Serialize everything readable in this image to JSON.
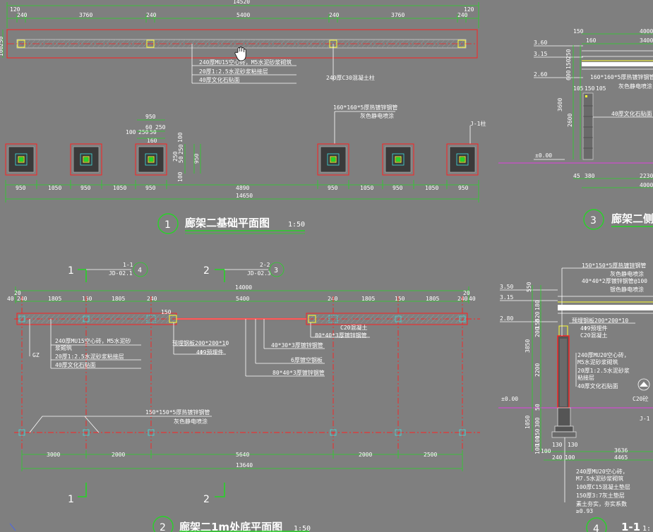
{
  "plan1": {
    "overall_top": "14520",
    "top_dims": [
      "120",
      "240",
      "3760",
      "240",
      "5400",
      "240",
      "3760",
      "240",
      "120"
    ],
    "left_dims": [
      "100",
      "250"
    ],
    "callouts": {
      "wall": "240厚MU15空心砖，M5水泥砂浆砌筑",
      "plaster": "20厚1:2.5水泥砂浆粘接层",
      "stone": "40厚文化石贴面",
      "column": "240厚C30混凝土柱",
      "steel_pipe": "160*160*5厚热镀锌钢管",
      "paint": "灰色静电喷涂",
      "column_tag": "J-1柱"
    },
    "detail_dims": [
      "950",
      "60",
      "250",
      "100",
      "250",
      "50",
      "160",
      "100",
      "250",
      "50",
      "250",
      "100",
      "950"
    ],
    "bottom_dims": [
      "950",
      "1050",
      "950",
      "1050",
      "950",
      "4890",
      "950",
      "1050",
      "950",
      "1050",
      "950"
    ],
    "overall_bottom": "14650",
    "title_num": "1",
    "title": "廊架二基础平面图",
    "scale": "1:50"
  },
  "plan2": {
    "section_marks": [
      {
        "num": "1",
        "ref": "1-1",
        "sheet": "JD-02.1",
        "circle": "4"
      },
      {
        "num": "2",
        "ref": "2-2",
        "sheet": "JD-02.3",
        "circle": "3"
      }
    ],
    "overall_top": "14000",
    "top_dims": [
      "20",
      "40",
      "240",
      "1805",
      "150",
      "1805",
      "240",
      "5400",
      "240",
      "1805",
      "150",
      "1805",
      "240",
      "40",
      "20"
    ],
    "left_callouts": {
      "gz": "GZ",
      "wall1": "240厚MU15空心砖，M5水泥砂",
      "wall2": "浆砌筑",
      "plaster": "20厚1:2.5水泥砂浆粘接层",
      "stone": "40厚文化石贴面"
    },
    "mid_callouts": {
      "pipe150": "150",
      "plate": "预埋钢板200*200*10",
      "bolt": "4Φ9预埋件",
      "square40": "40*30*3厚镀锌钢管",
      "steel6": "6厚镀空钢板",
      "square80": "80*40*3厚镀锌钢管",
      "c20": "C20混凝土",
      "square80b": "80*40*3厚镀锌钢管"
    },
    "low_callouts": {
      "pipe": "150*150*5厚热镀锌钢管",
      "paint": "灰色静电喷涂"
    },
    "bottom_dims": [
      "3000",
      "2000",
      "5640",
      "2000",
      "2500"
    ],
    "overall_bottom": "13640",
    "title_num": "2",
    "title": "廊架二1m处底平面图",
    "scale": "1:50"
  },
  "detail3": {
    "elevations": [
      "3.60",
      "3.15",
      "2.60",
      "±0.00"
    ],
    "top_dims": [
      "150",
      "4000",
      "160",
      "3400"
    ],
    "dims_v": [
      "600",
      "150",
      "250",
      "3600",
      "2600"
    ],
    "dims_h": [
      "105",
      "150",
      "105"
    ],
    "callouts": {
      "pipe": "160*160*5厚热镀锌钢管",
      "paint": "灰色静电喷涂",
      "stone": "40厚文化石贴面"
    },
    "bottom_dims": [
      "45",
      "380",
      "2230",
      "4000"
    ],
    "title_num": "3",
    "title": "廊架二侧"
  },
  "detail4": {
    "elevations": [
      "3.50",
      "3.15",
      "2.80",
      "±0.00"
    ],
    "callouts": {
      "pipe": "150*150*5厚热镀锌钢管",
      "paint1": "灰色静电喷涂",
      "sq": "40*40*2厚镀锌钢管@100",
      "paint2": "银色静电喷涂",
      "plate": "预埋钢板200*200*10",
      "bolt": "4Φ9预埋件",
      "c20": "C20混凝土",
      "wall1": "240厚MU20空心砖，",
      "wall2": "M5水泥砂浆砌筑",
      "plaster1": "20厚1:2.5水泥砂浆",
      "plaster2": "粘接层",
      "stone": "40厚文化石贴面",
      "c20b": "C20砼",
      "j1": "J-1",
      "base1": "240厚MU20空心砖，",
      "base2": "M7.5水泥砂浆砌筑",
      "base3": "100厚C15混凝土垫层",
      "base4": "150厚3:7灰土垫层",
      "base5": "素土夯实，夯实系数",
      "base6": "≥0.93"
    },
    "dims_v": [
      "550",
      "180",
      "520",
      "150",
      "200",
      "3850",
      "2200",
      "50",
      "1050",
      "300",
      "150",
      "100",
      "100"
    ],
    "dims_h": [
      "130",
      "100",
      "130",
      "3636",
      "240",
      "100",
      "4465"
    ],
    "title_num": "4",
    "title": "1-1",
    "scale": "1:"
  }
}
